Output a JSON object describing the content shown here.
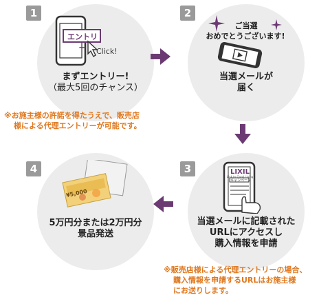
{
  "steps": [
    {
      "num": "1",
      "caption_lines": [
        "まずエントリー!",
        "（最大5回のチャンス）"
      ],
      "entry_label": "エントリー",
      "click_label": "Click!"
    },
    {
      "num": "2",
      "caption_lines": [
        "当選メールが",
        "届く"
      ],
      "bubble_lines": [
        "ご当選",
        "おめでとうございます!"
      ]
    },
    {
      "num": "3",
      "caption_lines": [
        "当選メールに記載された",
        "URLにアクセスし",
        "購入情報を申請"
      ],
      "brand": "LIXIL",
      "brand_sub": "Link to Good Living",
      "campaign_label": "キャンペーン"
    },
    {
      "num": "4",
      "caption_lines": [
        "5万円分または2万円分",
        "景品発送"
      ],
      "card_label": "¥5,000"
    }
  ],
  "notes": {
    "note1_lines": [
      "※お施主様の許諾を得たうえで、販売店",
      "様による代理エントリーが可能です。"
    ],
    "note3_lines": [
      "※販売店様による代理エントリーの場合、",
      "購入情報を申請するURLはお施主様",
      "にお送りします。"
    ]
  },
  "colors": {
    "accent": "#6b3a73",
    "note": "#e0781e",
    "circle": "#ececec",
    "badge": "#9a9a9a"
  }
}
